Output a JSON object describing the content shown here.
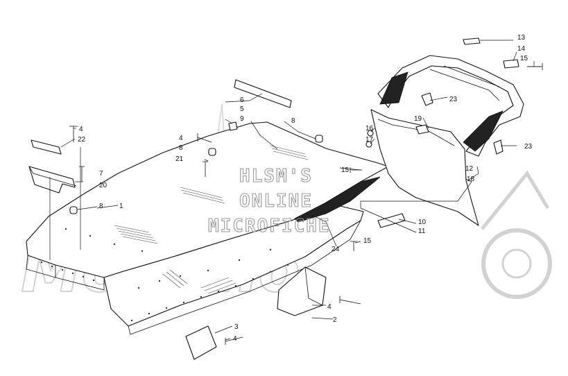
{
  "watermark": {
    "line1": "HLSM'S",
    "line2": "ONLINE",
    "line3": "MICROFICHE",
    "brand": "Motomo"
  },
  "callouts": [
    "1",
    "2",
    "3",
    "4",
    "4",
    "4",
    "4",
    "5",
    "6",
    "7",
    "8",
    "8",
    "8",
    "9",
    "10",
    "11",
    "12",
    "13",
    "14",
    "15",
    "15",
    "15",
    "16",
    "17",
    "18",
    "19",
    "20",
    "21",
    "22",
    "23",
    "23",
    "24"
  ],
  "colors": {
    "line": "#111111",
    "watermark": "#9a9a9a",
    "background": "#ffffff"
  }
}
